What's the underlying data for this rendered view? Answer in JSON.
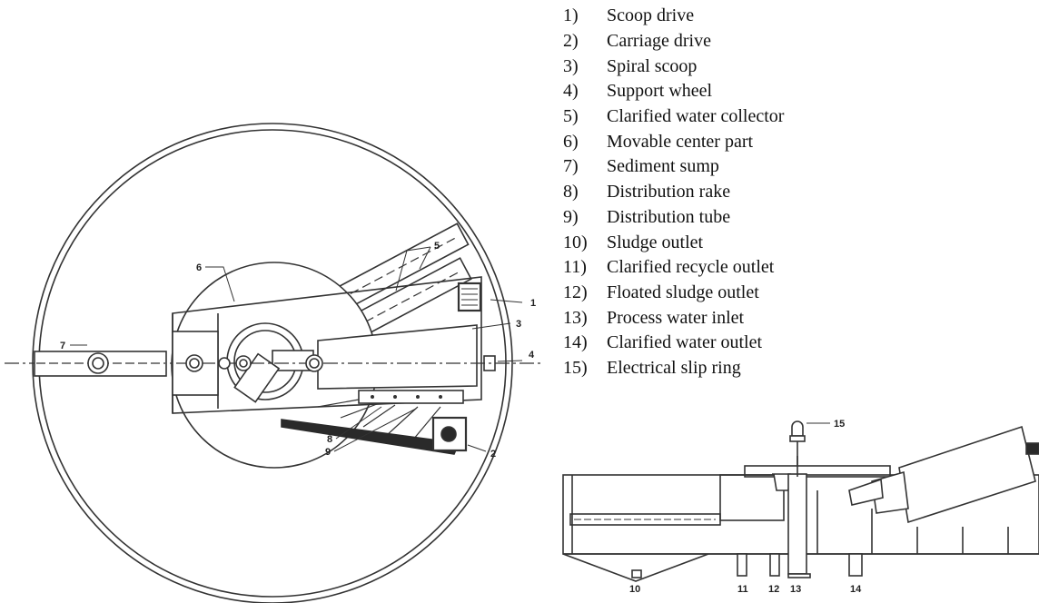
{
  "legend": [
    {
      "num": "1)",
      "text": "Scoop drive"
    },
    {
      "num": "2)",
      "text": "Carriage drive"
    },
    {
      "num": "3)",
      "text": "Spiral scoop"
    },
    {
      "num": "4)",
      "text": "Support wheel"
    },
    {
      "num": "5)",
      "text": "Clarified water collector"
    },
    {
      "num": "6)",
      "text": "Movable center part"
    },
    {
      "num": "7)",
      "text": "Sediment sump"
    },
    {
      "num": "8)",
      "text": "Distribution rake"
    },
    {
      "num": "9)",
      "text": "Distribution tube"
    },
    {
      "num": "10)",
      "text": "Sludge outlet"
    },
    {
      "num": "11)",
      "text": "Clarified recycle outlet"
    },
    {
      "num": "12)",
      "text": "Floated sludge outlet"
    },
    {
      "num": "13)",
      "text": "Process water inlet"
    },
    {
      "num": "14)",
      "text": "Clarified water outlet"
    },
    {
      "num": "15)",
      "text": "Electrical slip ring"
    }
  ],
  "plan_callouts": {
    "c1": "1",
    "c2": "2",
    "c3": "3",
    "c4": "4",
    "c5": "5",
    "c6": "6",
    "c7": "7",
    "c8": "8",
    "c9": "9"
  },
  "elevation_callouts": {
    "c10": "10",
    "c11": "11",
    "c12": "12",
    "c13": "13",
    "c14": "14",
    "c15": "15"
  },
  "colors": {
    "line": "#333333",
    "fill": "#ffffff",
    "dark": "#2a2a2a"
  }
}
